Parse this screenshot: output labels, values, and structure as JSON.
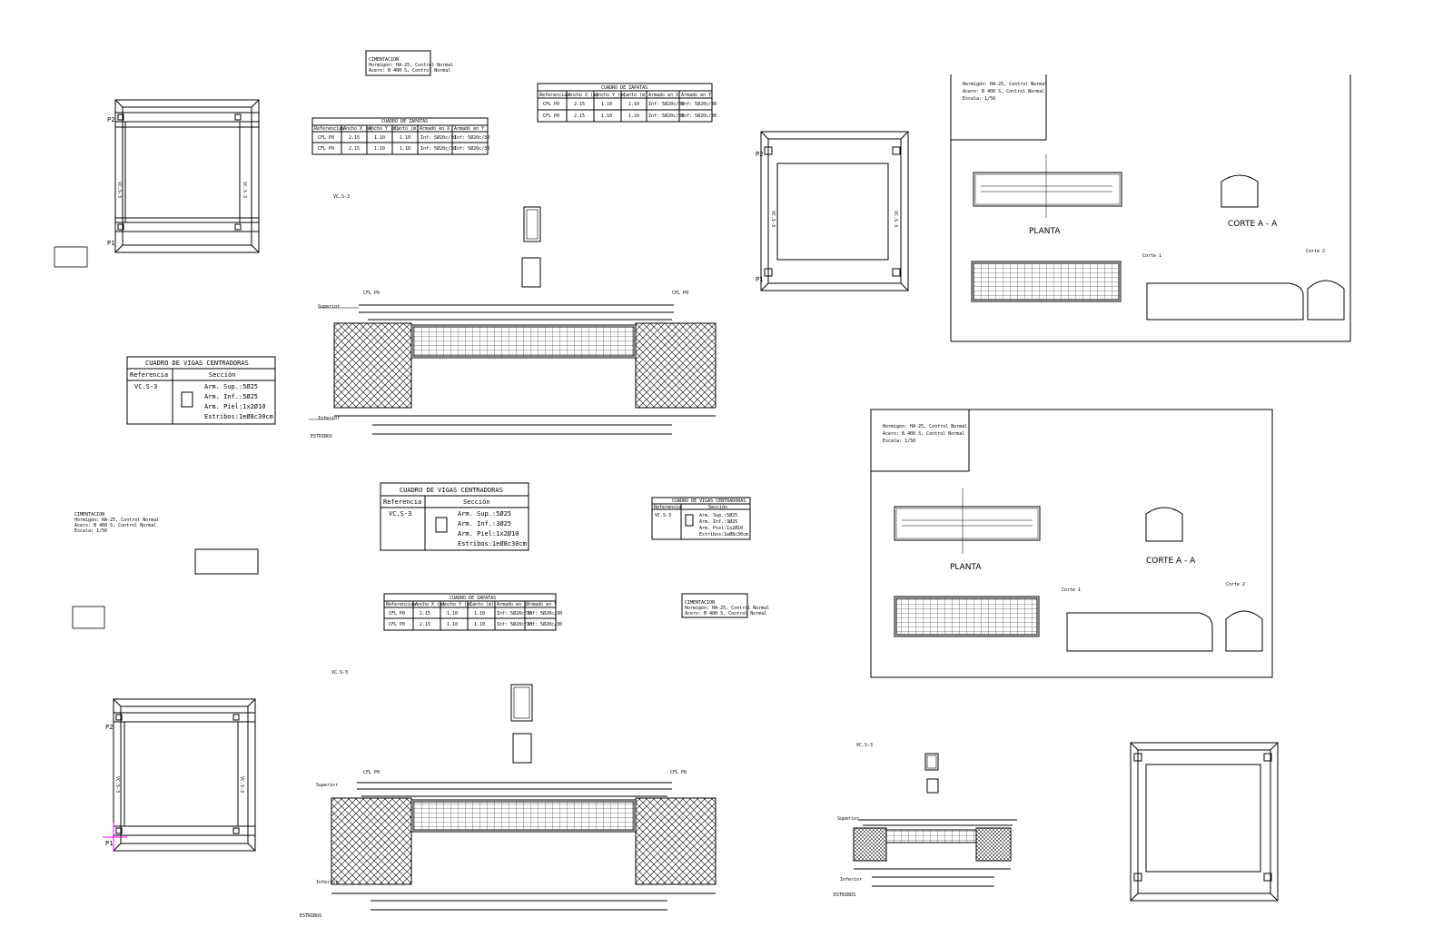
{
  "labels": {
    "p2": "P2",
    "p1": "P1",
    "vc": "VC.S-3",
    "planta": "PLANTA",
    "corte_aa": "CORTE A - A",
    "corte_1": "Corte 1",
    "corte_2": "Corte 2",
    "superior": "Superior",
    "inferior": "Inferior",
    "estribos": "ESTRIBOS",
    "cfl": "CFL P0"
  },
  "vigas_table_large": {
    "title": "CUADRO DE VIGAS CENTRADORAS",
    "col_ref": "Referencia",
    "col_sec": "Sección",
    "ref": "VC.S-3",
    "l1": "Arm. Sup.:5Ø25",
    "l2": "Arm. Inf.:5Ø25",
    "l3": "Arm. Piel:1x2Ø10",
    "l4": "Estribos:1eØ8c30cm"
  },
  "vigas_table_mid": {
    "title": "CUADRO DE VIGAS CENTRADORAS",
    "col_ref": "Referencia",
    "col_sec": "Sección",
    "ref": "VC.S-3",
    "l1": "Arm. Sup.:5Ø25",
    "l2": "Arm. Inf.:3Ø25",
    "l3": "Arm. Piel:1x2Ø10",
    "l4": "Estribos:1eØ8c30cm"
  },
  "zapatas_table": {
    "title": "CUADRO DE ZAPATAS",
    "headers": [
      "Referencias",
      "Ancho X (m)",
      "Ancho Y (m)",
      "Canto (m)",
      "Armado en X",
      "Armado en Y"
    ],
    "row1": [
      "CFL P0",
      "2.15",
      "1.10",
      "1.10",
      "Inf: 5Ø20c/30",
      "Inf: 5Ø20c/30"
    ],
    "row2": [
      "CFL P0",
      "2.15",
      "1.10",
      "1.10",
      "Inf: 5Ø20c/30",
      "Inf: 5Ø20c/30"
    ]
  },
  "notes": {
    "cimentacion": "CIMENTACION",
    "hormigon": "Hormigón: HA-25, Control Normal",
    "acero": "Acero: B 400 S, Control Normal",
    "escala": "Escala: 1/50"
  },
  "colors": {
    "line": "#000000",
    "hatch": "#000000",
    "marker": "#ff00ff",
    "axis_green": "#00aa00"
  }
}
